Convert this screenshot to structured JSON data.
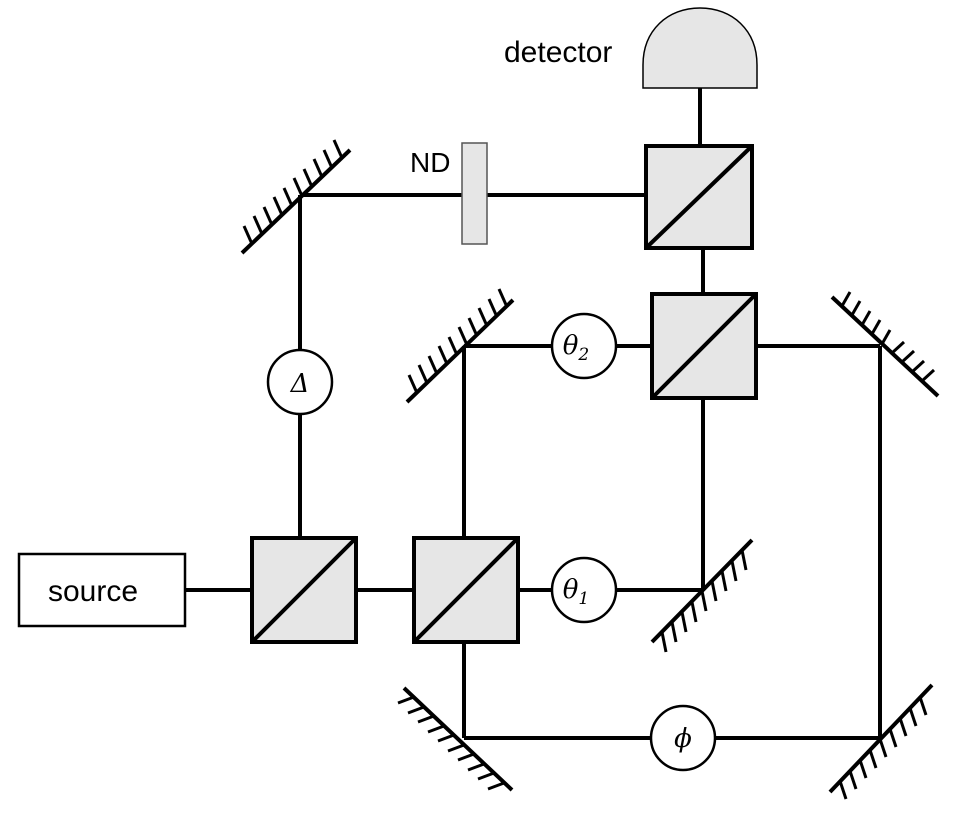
{
  "labels": {
    "source": "source",
    "detector": "detector",
    "nd": "ND"
  },
  "phases": {
    "delta": "Δ",
    "theta1_main": "θ",
    "theta1_sub": "1",
    "theta2_main": "θ",
    "theta2_sub": "2",
    "phi": "ϕ"
  },
  "colors": {
    "line": "#000000",
    "component_fill": "#e6e6e6",
    "background": "#ffffff"
  }
}
